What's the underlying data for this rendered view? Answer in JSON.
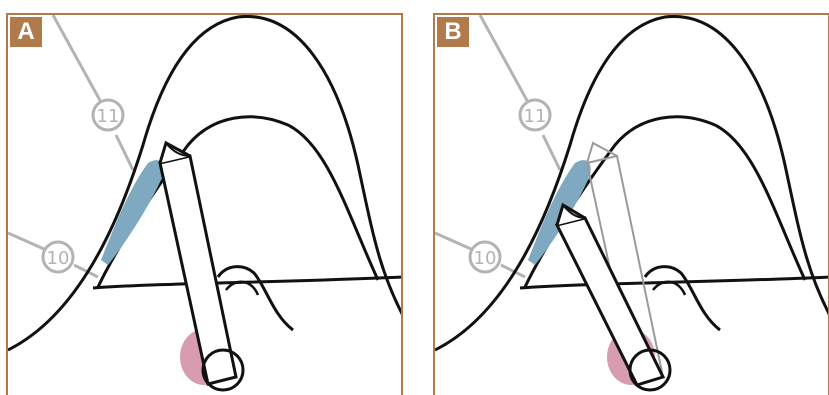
{
  "panels": [
    {
      "label": "A",
      "callouts": [
        "11",
        "10"
      ]
    },
    {
      "label": "B",
      "callouts": [
        "11",
        "10"
      ]
    }
  ],
  "colors": {
    "frame": "#b07a4a",
    "outline": "#111111",
    "leader": "#b3b3b3",
    "highlight": "#7fa9c0",
    "pink": "#c97b96"
  }
}
